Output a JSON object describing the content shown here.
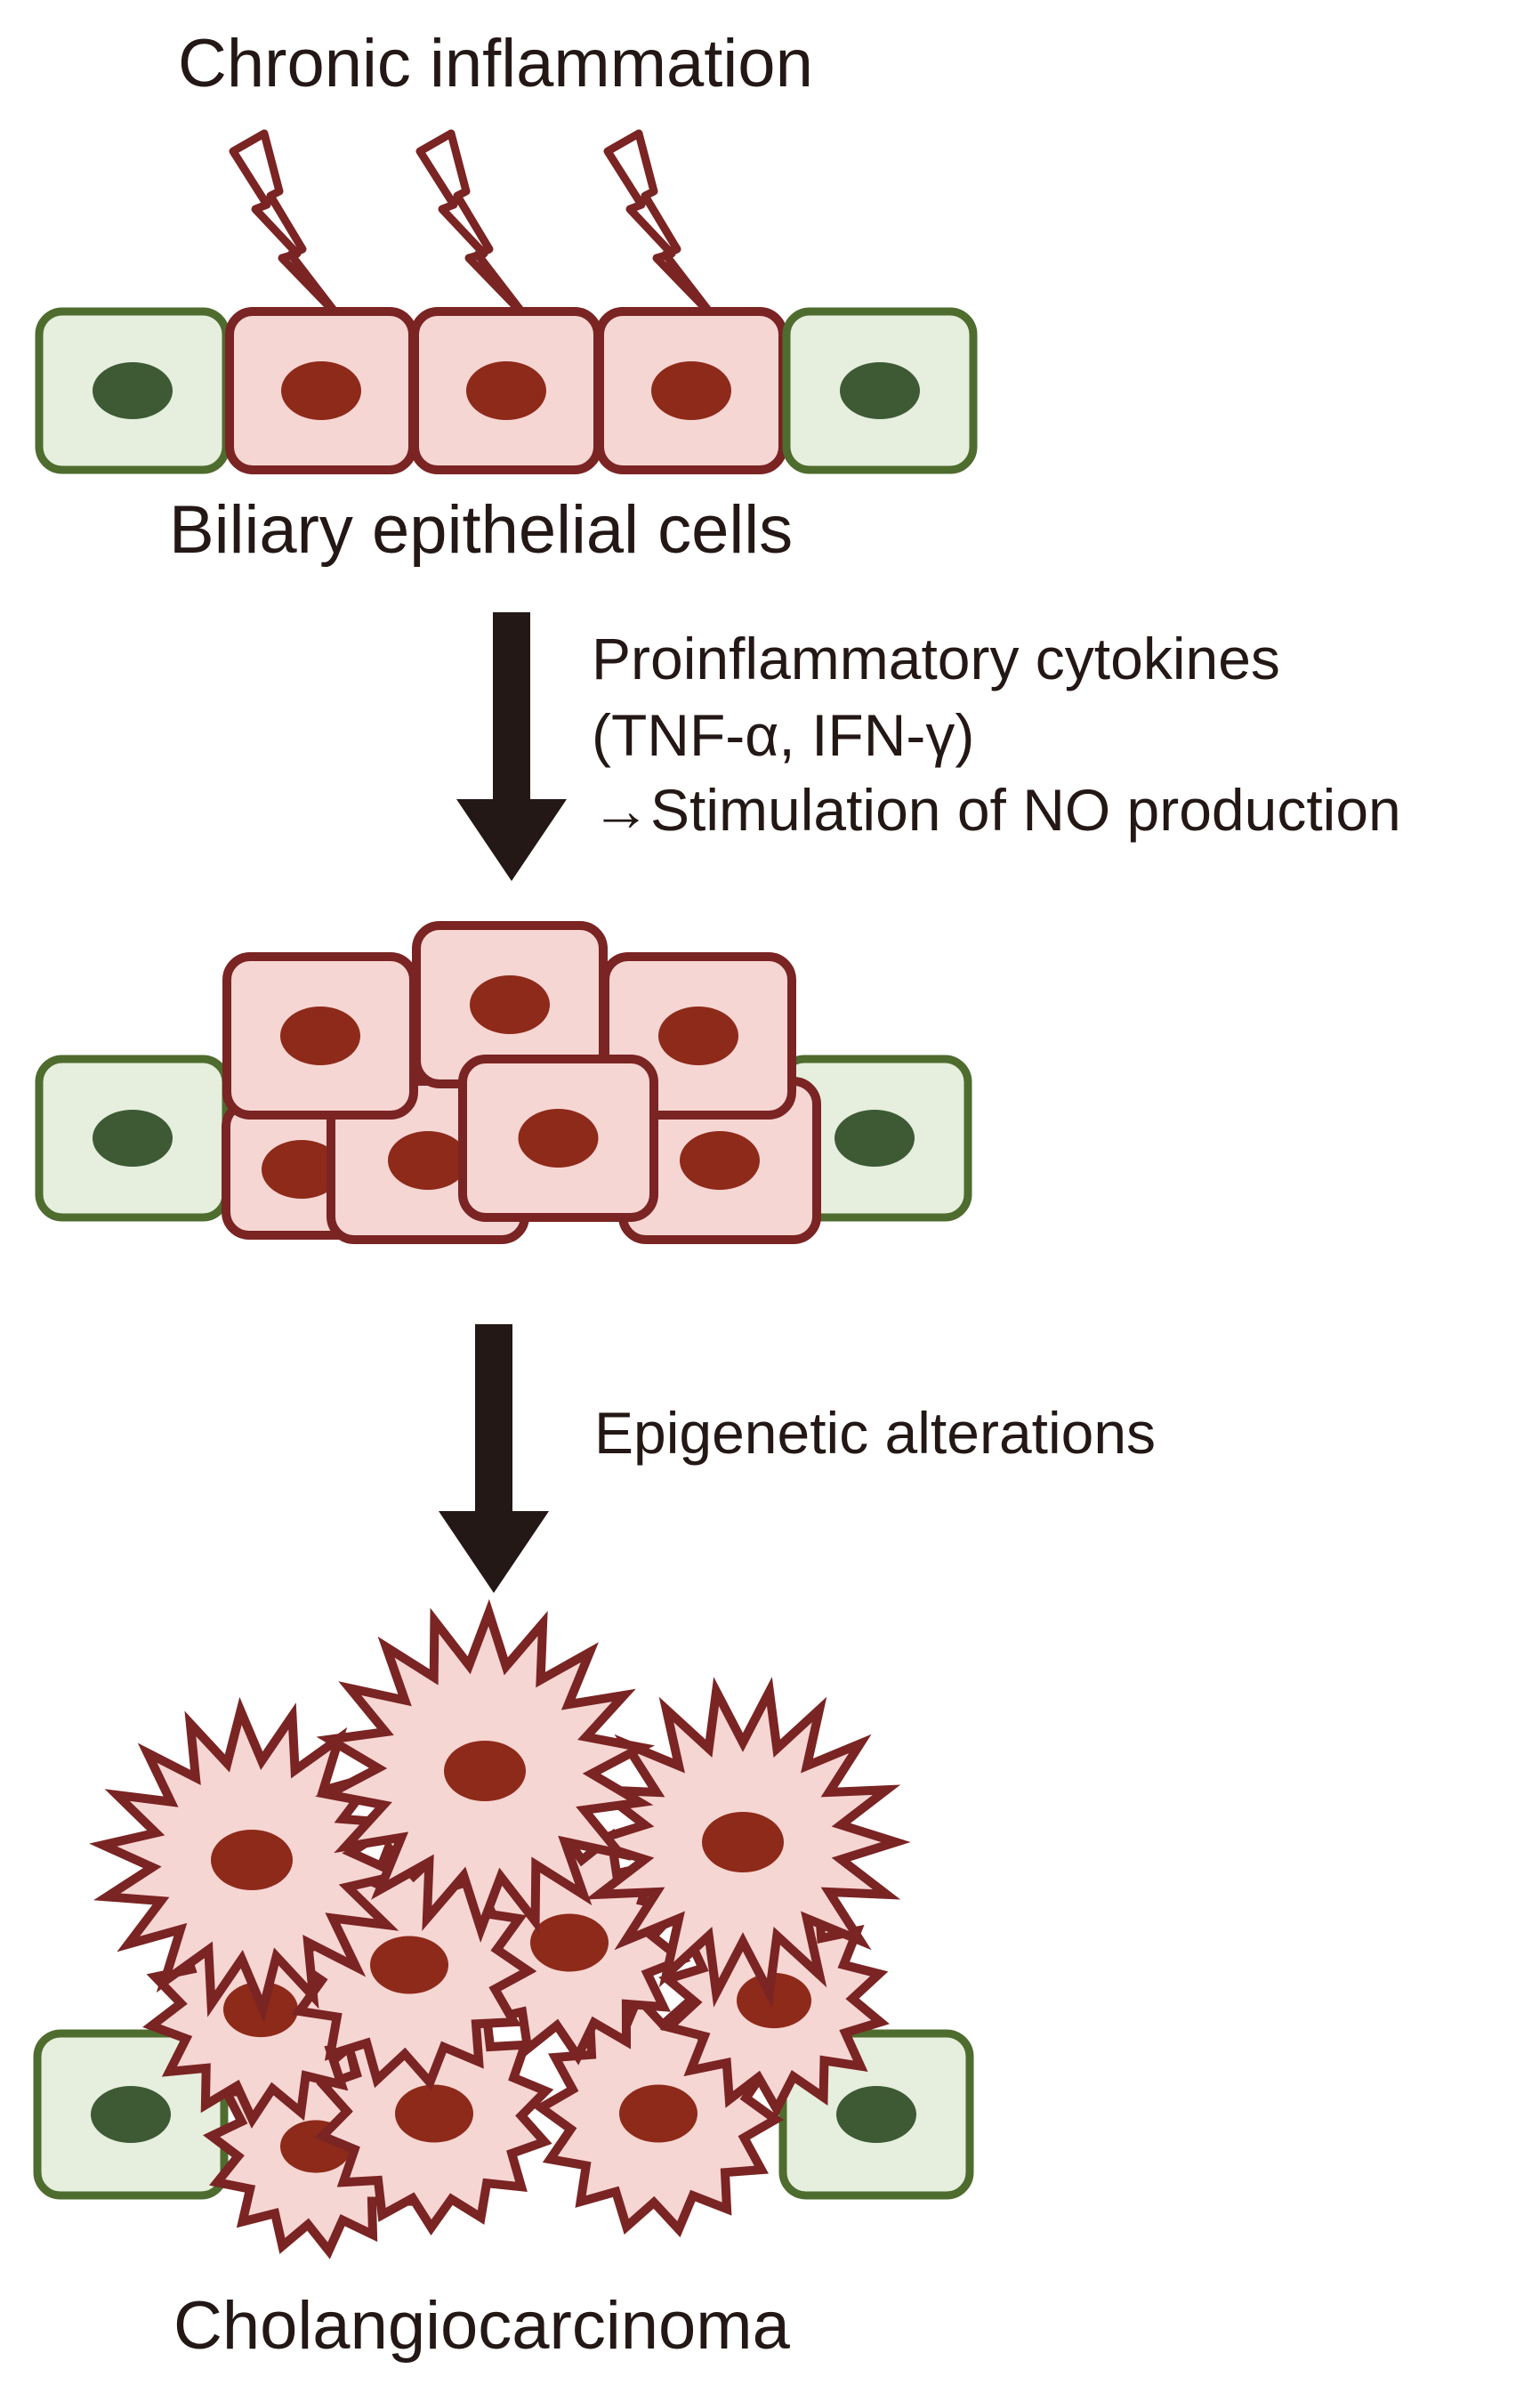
{
  "colors": {
    "normal_cell_fill": "#e6eedd",
    "normal_cell_stroke": "#4e6c2e",
    "normal_nucleus": "#3d5a35",
    "inflamed_cell_fill": "#f6d6d3",
    "inflamed_cell_stroke": "#7a2423",
    "inflamed_nucleus": "#8e2a1a",
    "arrow": "#231815",
    "text": "#231815"
  },
  "icons": {
    "injury": "lightning-bolt-icon",
    "step": "down-arrow-icon"
  },
  "labels": {
    "top": "Chronic inflammation",
    "tissue": "Biliary epithelial cells",
    "result": "Cholangiocarcinoma"
  },
  "steps": [
    {
      "lines": [
        "Proinflammatory cytokines",
        "(TNF-α, IFN-γ)",
        "→Stimulation of NO production"
      ]
    },
    {
      "lines": [
        "Epigenetic alterations"
      ]
    }
  ]
}
